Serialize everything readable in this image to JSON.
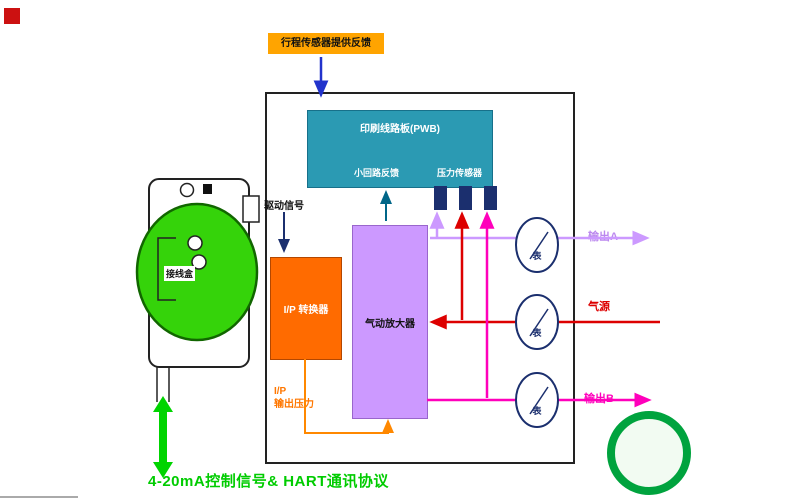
{
  "header": {
    "top_label": "行程传感器提供反馈"
  },
  "pwb": {
    "title": "印刷线路板(PWB)",
    "feedback_label": "小回路反馈",
    "pressure_label": "压力传感器"
  },
  "labels": {
    "drive_signal": "驱动信号",
    "ip_converter": "I/P 转换器",
    "amplifier": "气动放大器",
    "ip_output_line1": "I/P",
    "ip_output_line2": "输出压力",
    "junction_box": "接线盒",
    "output_a": "输出A",
    "air_supply": "气源",
    "output_b": "输出B",
    "bottom_caption": "4-20mA控制信号& HART通讯协议"
  },
  "gauges": [
    {
      "label": "表"
    },
    {
      "label": "表"
    },
    {
      "label": "表"
    }
  ],
  "colors": {
    "top_label_bg": "#ffa400",
    "pwb_fill": "#2b9ab3",
    "sensor_fill": "#1b2f6e",
    "ip_converter_fill": "#ff6b00",
    "amplifier_fill": "#cc99ff",
    "output_a_line": "#cc99ff",
    "air_supply_line": "#dd0000",
    "output_b_line": "#ff00bb",
    "ip_output_line": "#ff8800",
    "signal_arrow": "#2233cc",
    "control_signal_green": "#00cc00",
    "device_green": "#35d30a"
  }
}
